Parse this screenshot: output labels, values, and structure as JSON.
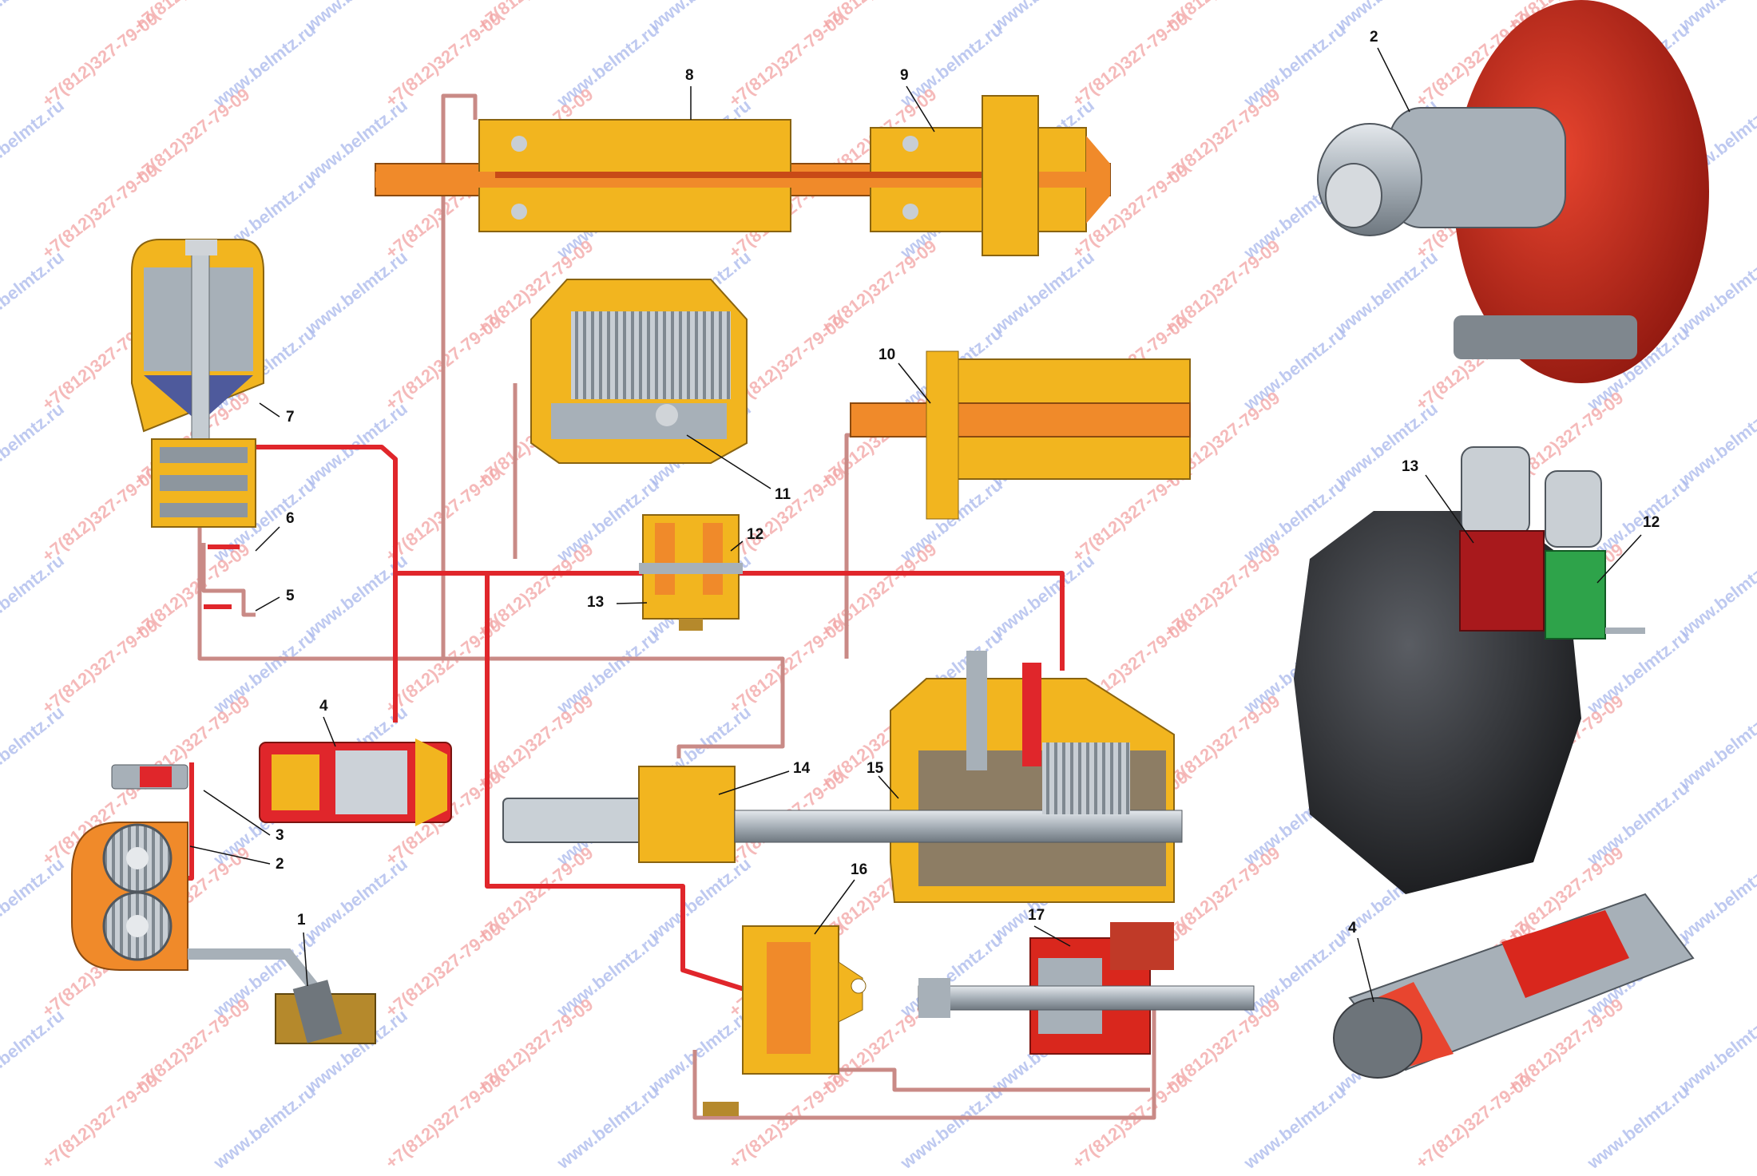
{
  "colors": {
    "pressure_line": "#e0262b",
    "drain_line": "#c98a86",
    "housing": "#f2b51f",
    "shaft": "#f08a2a",
    "pump_red": "#d9271d",
    "steel": "#9aa4ad",
    "dark": "#3a3d42",
    "oil": "#b5892c",
    "green": "#2ea34a",
    "label": "#111111",
    "watermark_red": "#f2a3a3",
    "watermark_blue": "#a9b8ec"
  },
  "components": [
    {
      "id": "oil-intake",
      "label": "1"
    },
    {
      "id": "gear-pump",
      "label": "2"
    },
    {
      "id": "pump-valve",
      "label": "3"
    },
    {
      "id": "pressure-regulator",
      "label": "4"
    },
    {
      "id": "lube-jets-low",
      "label": "5"
    },
    {
      "id": "lube-jet-high",
      "label": "6"
    },
    {
      "id": "centrifugal-filter",
      "label": "7"
    },
    {
      "id": "gearbox-shaft-upper-left",
      "label": "8"
    },
    {
      "id": "gearbox-shaft-upper-right",
      "label": "9"
    },
    {
      "id": "gearbox-shaft-middle",
      "label": "10"
    },
    {
      "id": "multi-disc-clutch",
      "label": "11"
    },
    {
      "id": "valve-block-right",
      "label": "12"
    },
    {
      "id": "valve-block-left",
      "label": "13"
    },
    {
      "id": "drive-coupling",
      "label": "14"
    },
    {
      "id": "transfer-case",
      "label": "15"
    },
    {
      "id": "control-valve",
      "label": "16"
    },
    {
      "id": "pto-clutch",
      "label": "17"
    }
  ],
  "photo_labels": {
    "pump": "2",
    "valve_red": "13",
    "valve_green": "12",
    "regulator": "4"
  },
  "watermarks": [
    "www.belmtz.ru",
    "+7(812)327-79-09"
  ]
}
